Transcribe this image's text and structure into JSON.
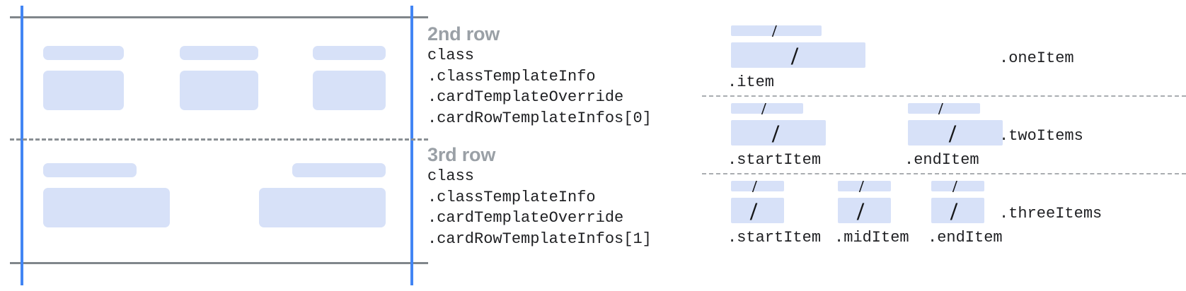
{
  "colors": {
    "blue_fill": "#d7e1f8",
    "blue_guide": "#4285f4",
    "gray_rule": "#80868b",
    "heading_gray": "#9aa0a6",
    "code_text": "#202124",
    "background": "#ffffff"
  },
  "card_preview": {
    "name": "card-preview",
    "rows": [
      {
        "name": "second-row-preview",
        "columns": 3,
        "placeholders": [
          {
            "kind": "title-bar"
          },
          {
            "kind": "body-block"
          }
        ]
      },
      {
        "name": "third-row-preview",
        "columns": 2,
        "placeholders": [
          {
            "kind": "title-bar"
          },
          {
            "kind": "body-block"
          }
        ]
      }
    ]
  },
  "annotations": [
    {
      "title": "2nd row",
      "code": [
        "class",
        ".classTemplateInfo",
        ".cardTemplateOverride",
        ".cardRowTemplateInfos[0]"
      ]
    },
    {
      "title": "3rd row",
      "code": [
        "class",
        ".classTemplateInfo",
        ".cardTemplateOverride",
        ".cardRowTemplateInfos[1]"
      ]
    }
  ],
  "layouts": [
    {
      "group_label": ".oneItem",
      "slots": [
        {
          "label": ".item",
          "glyph": "/"
        }
      ]
    },
    {
      "group_label": ".twoItems",
      "slots": [
        {
          "label": ".startItem",
          "glyph": "/"
        },
        {
          "label": ".endItem",
          "glyph": "/"
        }
      ]
    },
    {
      "group_label": ".threeItems",
      "slots": [
        {
          "label": ".startItem",
          "glyph": "/"
        },
        {
          "label": ".midItem",
          "glyph": "/"
        },
        {
          "label": ".endItem",
          "glyph": "/"
        }
      ]
    }
  ]
}
